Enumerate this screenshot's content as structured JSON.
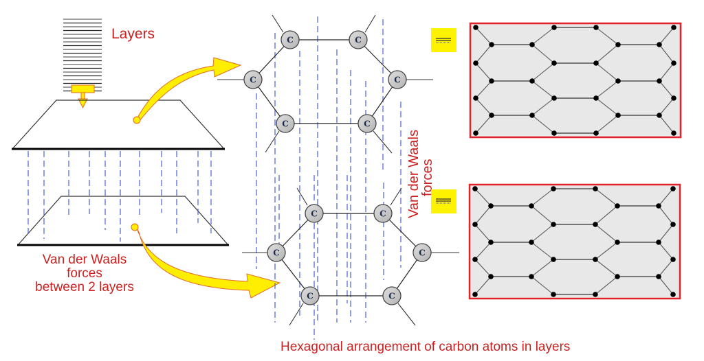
{
  "title": "Graphite structure: layers, Van der Waals forces and hexagonal carbon arrangement",
  "labels": {
    "layers": "Layers",
    "vdw_between_line1": "Van der Waals",
    "vdw_between_line2": "forces",
    "vdw_between_line3": "between 2 layers",
    "vdw_vertical_line1": "Van der Waals",
    "vdw_vertical_line2": "forces",
    "caption": "Hexagonal arrangement of carbon atoms in layers"
  },
  "atom_symbol": "C",
  "hexagon_layers": [
    {
      "name": "upper-layer",
      "atom_count": 6
    },
    {
      "name": "lower-layer",
      "atom_count": 6
    }
  ],
  "lattice_panels": [
    {
      "name": "upper-lattice",
      "equivalent_icon": "equals-icon"
    },
    {
      "name": "lower-lattice",
      "equivalent_icon": "equals-icon"
    }
  ],
  "colors": {
    "label_red": "#cc1f1f",
    "vdw_dash_blue": "#4a5fd6",
    "arrow_yellow": "#ffee00",
    "arrow_outline": "#e06a2a",
    "atom_fill": "#c8c8c8",
    "lattice_bg": "#e8e8e8",
    "lattice_border": "#e3212b",
    "equiv_box": "#fff200"
  }
}
